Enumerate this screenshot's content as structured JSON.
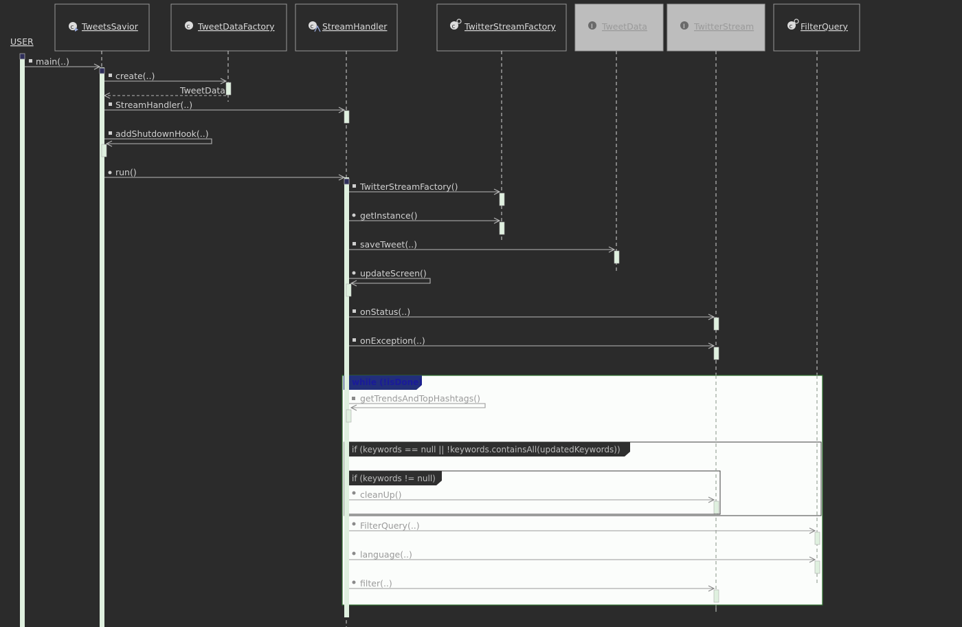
{
  "user_label": "USER",
  "participants": [
    {
      "name": "TweetsSavior",
      "kind": "class-main",
      "dim": false
    },
    {
      "name": "TweetDataFactory",
      "kind": "class",
      "dim": false
    },
    {
      "name": "StreamHandler",
      "kind": "class-abstract",
      "dim": false
    },
    {
      "name": "TwitterStreamFactory",
      "kind": "class-final",
      "dim": false
    },
    {
      "name": "TweetData",
      "kind": "interface",
      "dim": true
    },
    {
      "name": "TwitterStream",
      "kind": "interface",
      "dim": true
    },
    {
      "name": "FilterQuery",
      "kind": "class-final",
      "dim": false
    }
  ],
  "messages": [
    {
      "label": "main(..)"
    },
    {
      "label": "create(..)"
    },
    {
      "label": "TweetData"
    },
    {
      "label": "StreamHandler(..)"
    },
    {
      "label": "addShutdownHook(..)"
    },
    {
      "label": "run()"
    },
    {
      "label": "TwitterStreamFactory()"
    },
    {
      "label": "getInstance()"
    },
    {
      "label": "saveTweet(..)"
    },
    {
      "label": "updateScreen()"
    },
    {
      "label": "onStatus(..)"
    },
    {
      "label": "onException(..)"
    },
    {
      "label": "getTrendsAndTopHashtags()"
    },
    {
      "label": "cleanUp()"
    },
    {
      "label": "FilterQuery(..)"
    },
    {
      "label": "language(..)"
    },
    {
      "label": "filter(..)"
    }
  ],
  "frames": {
    "while_label": "while (!isDone)",
    "if_outer_label": "if (keywords == null || !keywords.containsAll(updatedKeywords))",
    "if_inner_label": "if (keywords != null)"
  },
  "colors": {
    "background": "#2b2b2b",
    "lifeline": "#b8b8b8",
    "activation": "#dff0df",
    "frame_fill": "#fbfdfb",
    "frame_border": "#2e6f2e",
    "while_tag": "#222f7a",
    "dim_header": "#bdbdbd"
  }
}
